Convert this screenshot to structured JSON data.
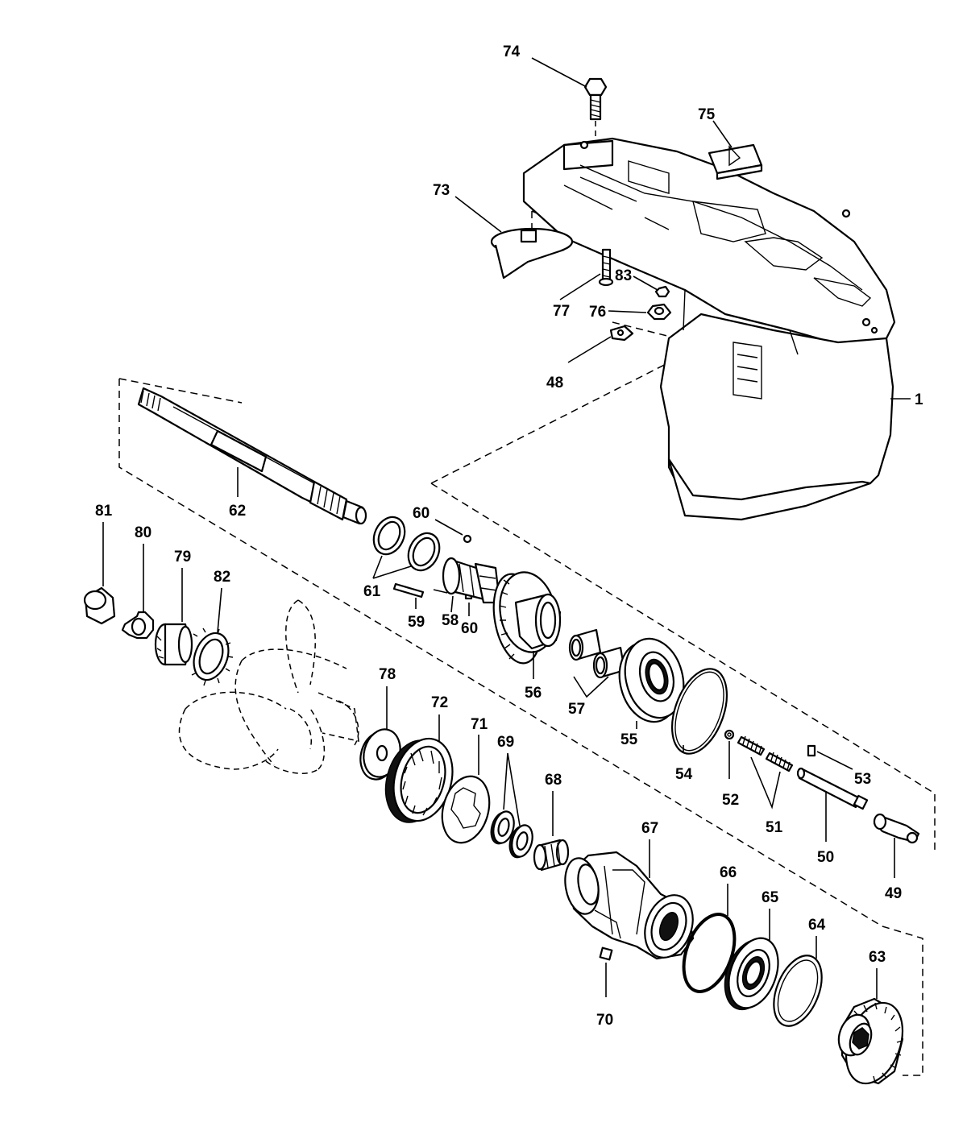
{
  "callouts": {
    "c1": "1",
    "c48": "48",
    "c49": "49",
    "c50": "50",
    "c51": "51",
    "c52": "52",
    "c53": "53",
    "c54": "54",
    "c55": "55",
    "c56": "56",
    "c57": "57",
    "c58": "58",
    "c59": "59",
    "c60a": "60",
    "c60b": "60",
    "c61": "61",
    "c62": "62",
    "c63": "63",
    "c64": "64",
    "c65": "65",
    "c66": "66",
    "c67": "67",
    "c68": "68",
    "c69": "69",
    "c70": "70",
    "c71": "71",
    "c72": "72",
    "c73": "73",
    "c74": "74",
    "c75": "75",
    "c76": "76",
    "c77": "77",
    "c78": "78",
    "c79": "79",
    "c80": "80",
    "c81": "81",
    "c82": "82",
    "c83": "83"
  }
}
